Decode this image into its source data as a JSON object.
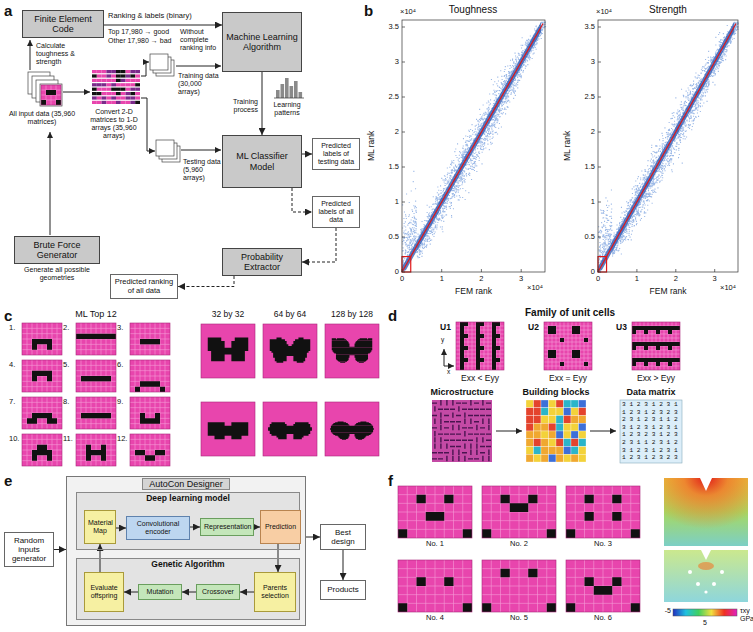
{
  "diagram": {
    "nodes": [
      {
        "text": [
          "Finite Element Code"
        ]
      },
      {
        "text": [
          "Machine Learning Algorithm"
        ]
      },
      {
        "text": [
          "ML Classifier Model"
        ]
      },
      {
        "text": [
          "Predicted labels of testing data"
        ]
      },
      {
        "text": [
          "Predicted labels of all data"
        ]
      },
      {
        "text": [
          "Brute Force Generator"
        ]
      },
      {
        "text": [
          "Probability Extractor"
        ]
      },
      {
        "text": [
          "Predicted ranking of all data"
        ]
      },
      {
        "text": [
          "Random inputs generator"
        ]
      },
      {
        "text": [
          "AutoCon Designer"
        ]
      },
      {
        "text": [
          "Deep learning model"
        ],
        "in": 9
      },
      {
        "text": [
          "Material Map"
        ],
        "in": 10
      },
      {
        "text": [
          "Convolutional encoder"
        ],
        "in": 10
      },
      {
        "text": [
          "Representation"
        ],
        "in": 10
      },
      {
        "text": [
          "Prediction"
        ],
        "in": 10
      },
      {
        "text": [
          "Genetic Algorithm"
        ],
        "in": 9
      },
      {
        "text": [
          "Evaluate offspring"
        ],
        "in": 15
      },
      {
        "text": [
          "Mutation"
        ],
        "in": 15
      },
      {
        "text": [
          "Crossover"
        ],
        "in": 15
      },
      {
        "text": [
          "Parents selection"
        ],
        "in": 15
      },
      {
        "text": [
          "Best design"
        ]
      },
      {
        "text": [
          "Products"
        ]
      }
    ],
    "edges": [
      {
        "from": 0,
        "to": 1,
        "arrow": "to"
      },
      {
        "from": 1,
        "to": 2,
        "arrow": "to"
      },
      {
        "from": 2,
        "to": 3,
        "arrow": "to"
      },
      {
        "from": 2,
        "to": 4,
        "arrow": "to"
      },
      {
        "from": 4,
        "to": 6,
        "arrow": "to"
      },
      {
        "from": 6,
        "to": 7,
        "arrow": "to"
      },
      {
        "from": 8,
        "to": 9,
        "arrow": "to"
      },
      {
        "from": 11,
        "to": 12,
        "arrow": "to"
      },
      {
        "from": 12,
        "to": 13,
        "arrow": "to"
      },
      {
        "from": 13,
        "to": 14,
        "arrow": "to"
      },
      {
        "from": 14,
        "to": 19,
        "arrow": "to"
      },
      {
        "from": 19,
        "to": 18,
        "arrow": "to"
      },
      {
        "from": 18,
        "to": 17,
        "arrow": "to"
      },
      {
        "from": 17,
        "to": 16,
        "arrow": "to"
      },
      {
        "from": 16,
        "to": 11,
        "arrow": "to"
      },
      {
        "from": 9,
        "to": 20,
        "arrow": "to"
      },
      {
        "from": 20,
        "to": 21,
        "arrow": "to"
      }
    ],
    "labels": [
      "a",
      "Ranking & labels (binary)",
      "Top 17,980 → good",
      "Other 17,980 → bad",
      "Without complete ranking info",
      "Calculate toughness & strength",
      "All input data (35,960 matrices)",
      "Convert 2-D matrices to 1-D arrays (35,960 arrays)",
      "Training data (30,000 arrays)",
      "Learning patterns",
      "Training process",
      "Testing data (5,960 arrays)",
      "Generate all possible geometries",
      "b",
      "Toughness",
      "Strength",
      "0",
      "0.5",
      "1",
      "1.5",
      "2",
      "2.5",
      "3",
      "3.5",
      "0",
      "1",
      "2",
      "3",
      "×10⁴",
      "×10⁴",
      "ML rank",
      "FEM rank",
      "0",
      "0.5",
      "1",
      "1.5",
      "2",
      "2.5",
      "3",
      "3.5",
      "0",
      "1",
      "2",
      "3",
      "×10⁴",
      "×10⁴",
      "ML rank",
      "FEM rank",
      "c",
      "ML Top 12",
      "1.",
      "2.",
      "3.",
      "4.",
      "5.",
      "6.",
      "7.",
      "8.",
      "9.",
      "10.",
      "11.",
      "12.",
      "32 by 32",
      "64 by 64",
      "128 by 128",
      "d",
      "Family of unit cells",
      "U1",
      "U2",
      "U3",
      "y",
      "x",
      "Exx < Eyy",
      "Exx = Eyy",
      "Exx > Eyy",
      "Microstructure",
      "Building blocks",
      "Data matrix",
      "3 1 2 3 1 2 3 1",
      "1 2 3 1 2 3 2 3",
      "2 3 1 2 3 1 1 2",
      "3 1 2 3 1 2 3 1",
      "1 2 3 2 3 1 2 3",
      "2 3 1 1 2 3 1 2",
      "3 1 2 3 1 2 3 1",
      "1 2 3 1 2 3 2 3",
      "e",
      "f",
      "No. 1",
      "No. 2",
      "No. 3",
      "No. 4",
      "No. 5",
      "No. 6",
      "-5",
      "τxy GPa",
      "5"
    ]
  }
}
